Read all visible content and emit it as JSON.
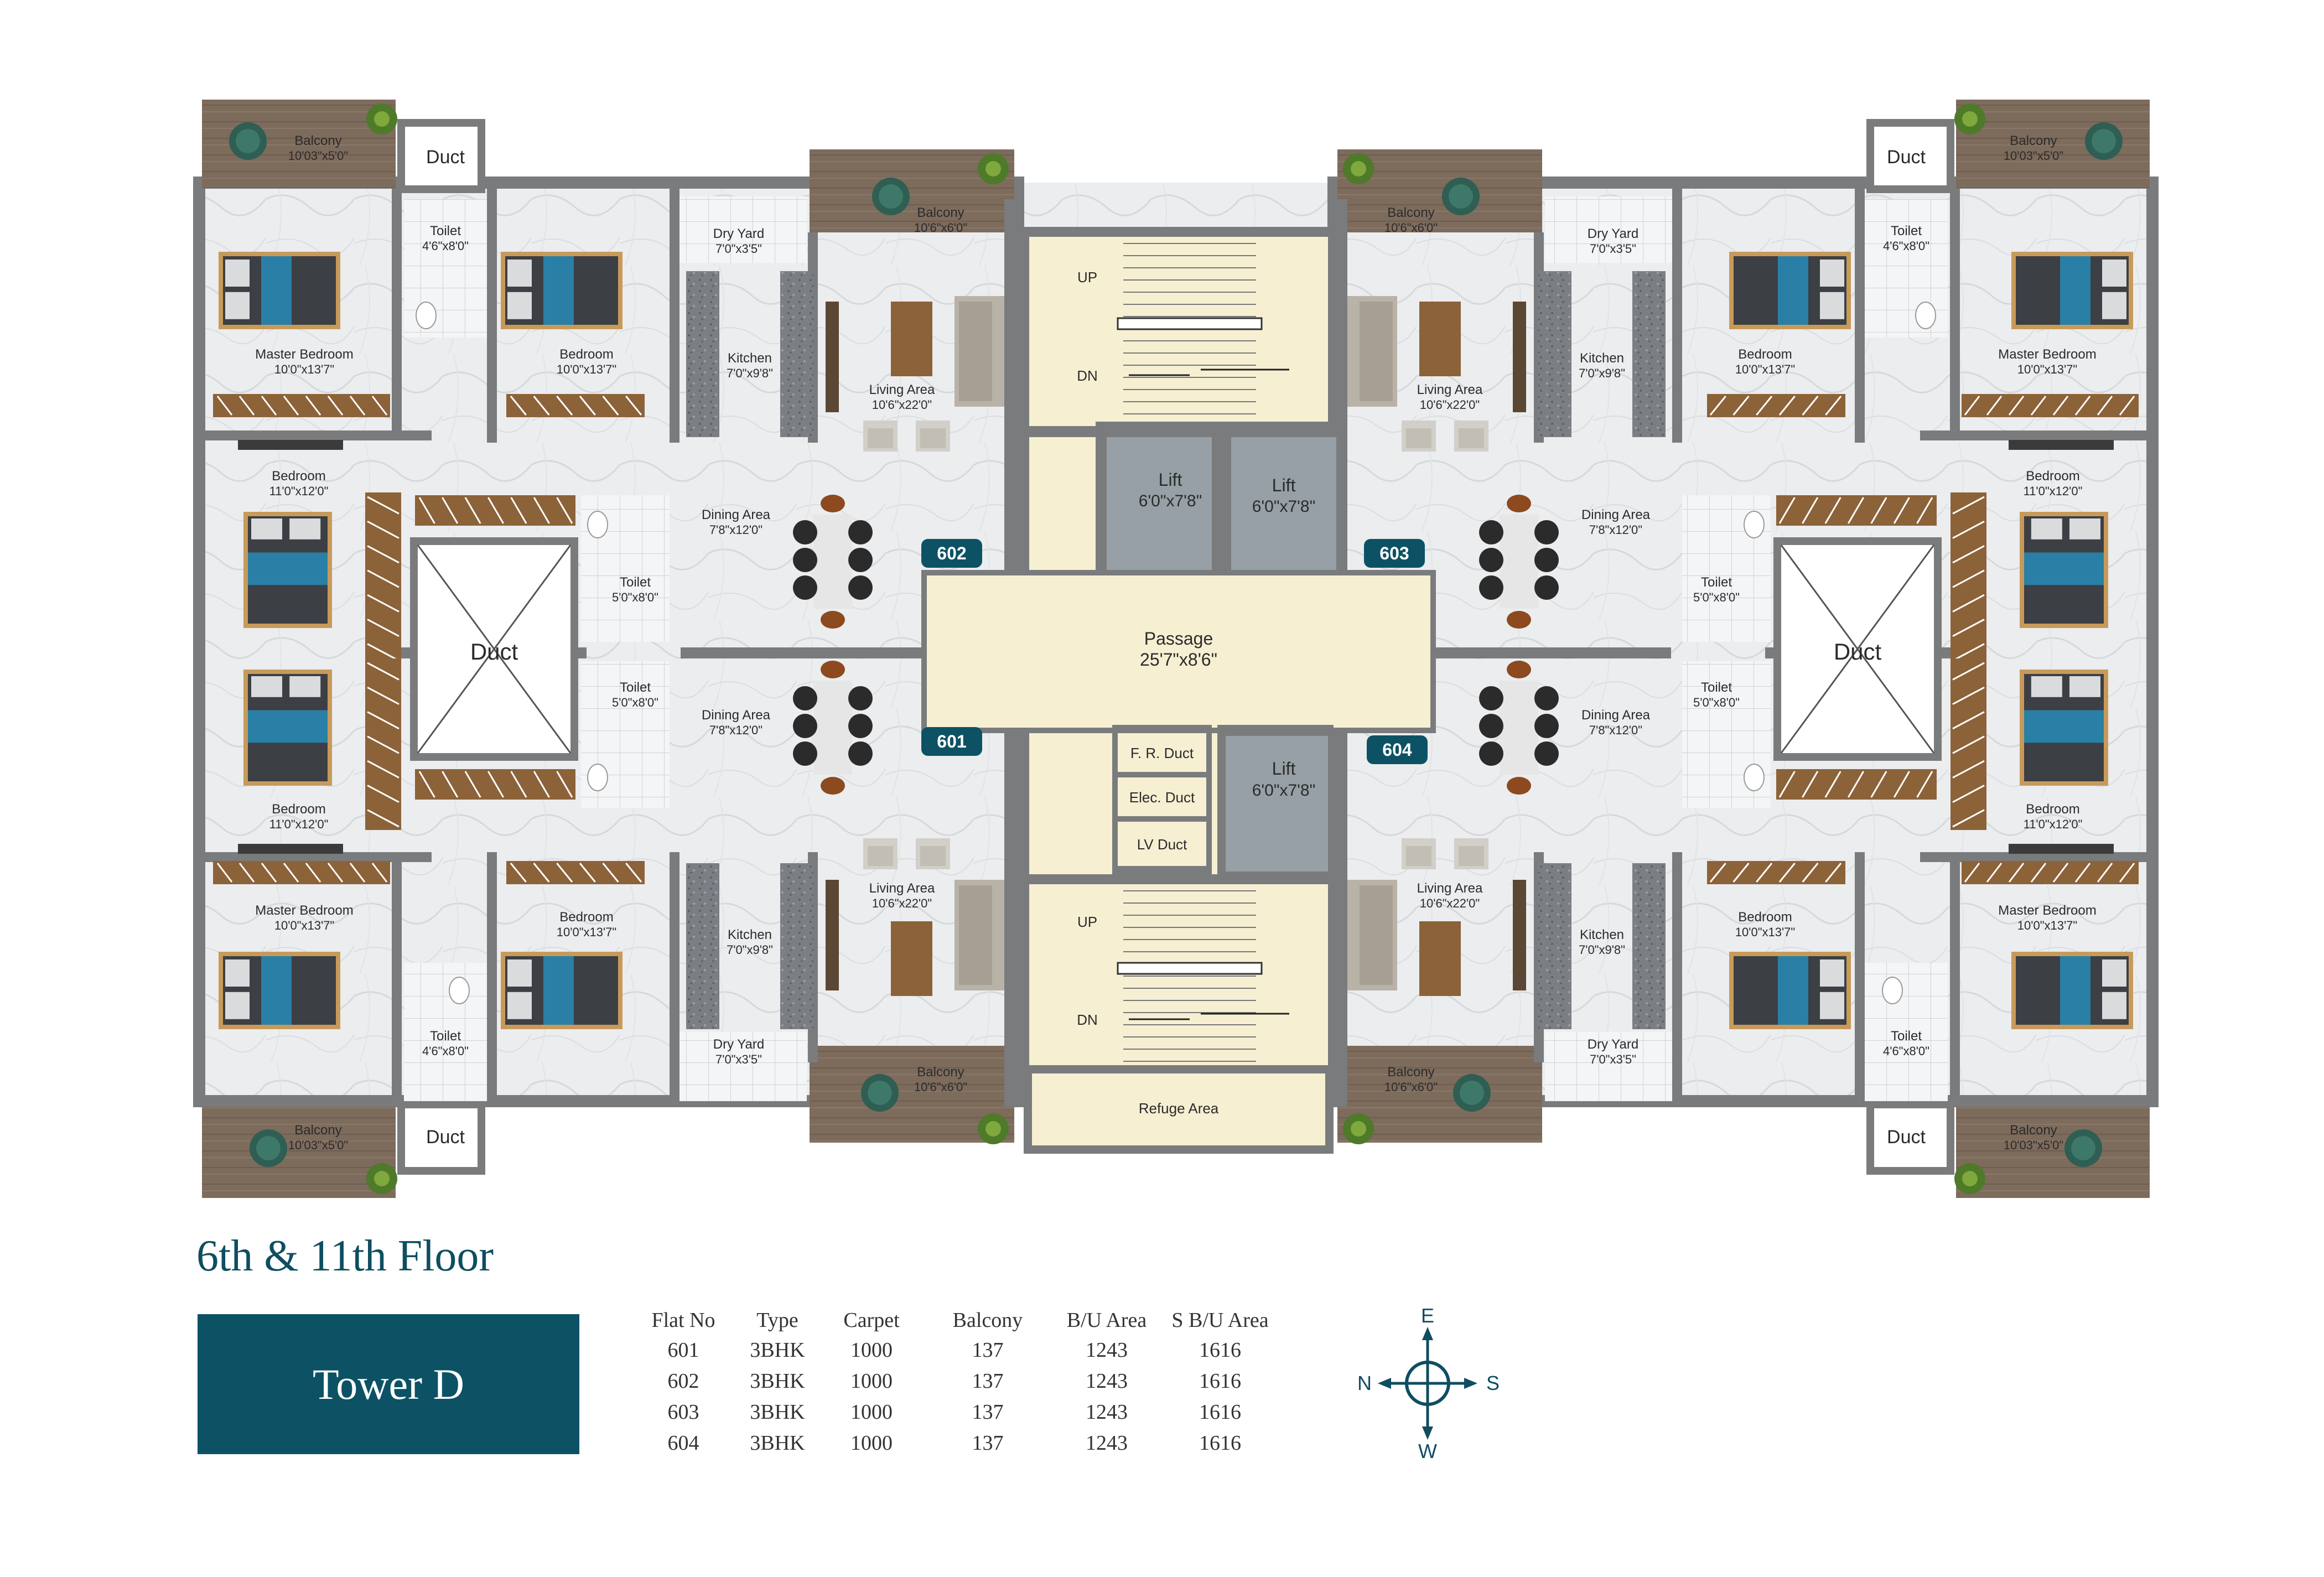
{
  "floor_title": "6th & 11th Floor",
  "tower_label": "Tower D",
  "compass": {
    "n": "N",
    "s": "S",
    "e": "E",
    "w": "W"
  },
  "colors": {
    "wall": "#7a7b7c",
    "marble": "#eceef0",
    "core": "#f6efd2",
    "wood": "#8c6239",
    "lift": "#96a0a6",
    "accent": "#0c5264",
    "balcony": "#7d6b5c"
  },
  "area_table": {
    "headers": [
      "Flat No",
      "Type",
      "Carpet",
      "Balcony",
      "B/U Area",
      "S B/U Area"
    ],
    "rows": [
      [
        "601",
        "3BHK",
        "1000",
        "137",
        "1243",
        "1616"
      ],
      [
        "602",
        "3BHK",
        "1000",
        "137",
        "1243",
        "1616"
      ],
      [
        "603",
        "3BHK",
        "1000",
        "137",
        "1243",
        "1616"
      ],
      [
        "604",
        "3BHK",
        "1000",
        "137",
        "1243",
        "1616"
      ]
    ]
  },
  "flat_tags": [
    "602",
    "603",
    "601",
    "604"
  ],
  "core": {
    "up": "UP",
    "dn": "DN",
    "lift": "Lift",
    "lift_size": "6'0\"x7'8\"",
    "passage": "Passage",
    "passage_size": "25'7\"x8'6\"",
    "fr_duct": "F. R. Duct",
    "elec_duct": "Elec. Duct",
    "lv_duct": "LV Duct",
    "refuge": "Refuge Area"
  },
  "rooms": {
    "balcony_outer": {
      "name": "Balcony",
      "size": "10'03\"x5'0\""
    },
    "balcony_living": {
      "name": "Balcony",
      "size": "10'6\"x6'0\""
    },
    "duct": {
      "name": "Duct"
    },
    "toilet_small": {
      "name": "Toilet",
      "size": "4'6\"x8'0\""
    },
    "toilet_large": {
      "name": "Toilet",
      "size": "5'0\"x8'0\""
    },
    "master_bedroom": {
      "name": "Master Bedroom",
      "size": "10'0\"x13'7\""
    },
    "bedroom_a": {
      "name": "Bedroom",
      "size": "10'0\"x13'7\""
    },
    "bedroom_b": {
      "name": "Bedroom",
      "size": "11'0\"x12'0\""
    },
    "dry_yard": {
      "name": "Dry Yard",
      "size": "7'0\"x3'5\""
    },
    "kitchen": {
      "name": "Kitchen",
      "size": "7'0\"x9'8\""
    },
    "living": {
      "name": "Living Area",
      "size": "10'6\"x22'0\""
    },
    "dining": {
      "name": "Dining Area",
      "size": "7'8\"x12'0\""
    }
  }
}
